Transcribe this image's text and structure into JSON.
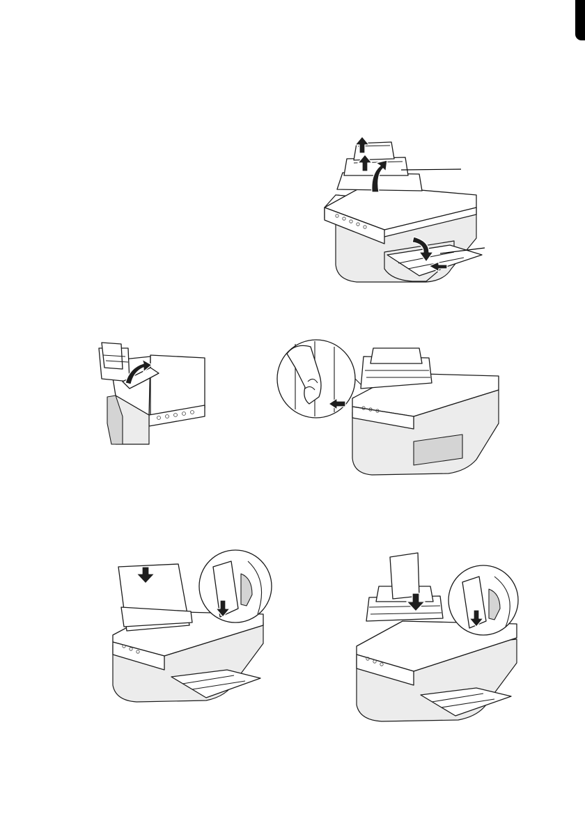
{
  "page": {
    "thumb_tab_color": "#000000"
  },
  "figures": [
    {
      "id": "fig-extend-supports",
      "icons": [
        "arrow-up-icon",
        "arrow-up-icon",
        "arrow-curved-icon",
        "arrow-down-curved-icon",
        "arrow-right-icon"
      ]
    },
    {
      "id": "fig-flip-feeder-guard",
      "icons": [
        "arrow-curved-icon"
      ]
    },
    {
      "id": "fig-slide-edge-guide",
      "icons": [
        "arrow-left-icon"
      ]
    },
    {
      "id": "fig-load-paper-stack",
      "icons": [
        "arrow-down-icon",
        "arrow-down-icon"
      ]
    },
    {
      "id": "fig-load-single-sheet",
      "icons": [
        "arrow-down-icon",
        "arrow-down-icon"
      ]
    }
  ]
}
